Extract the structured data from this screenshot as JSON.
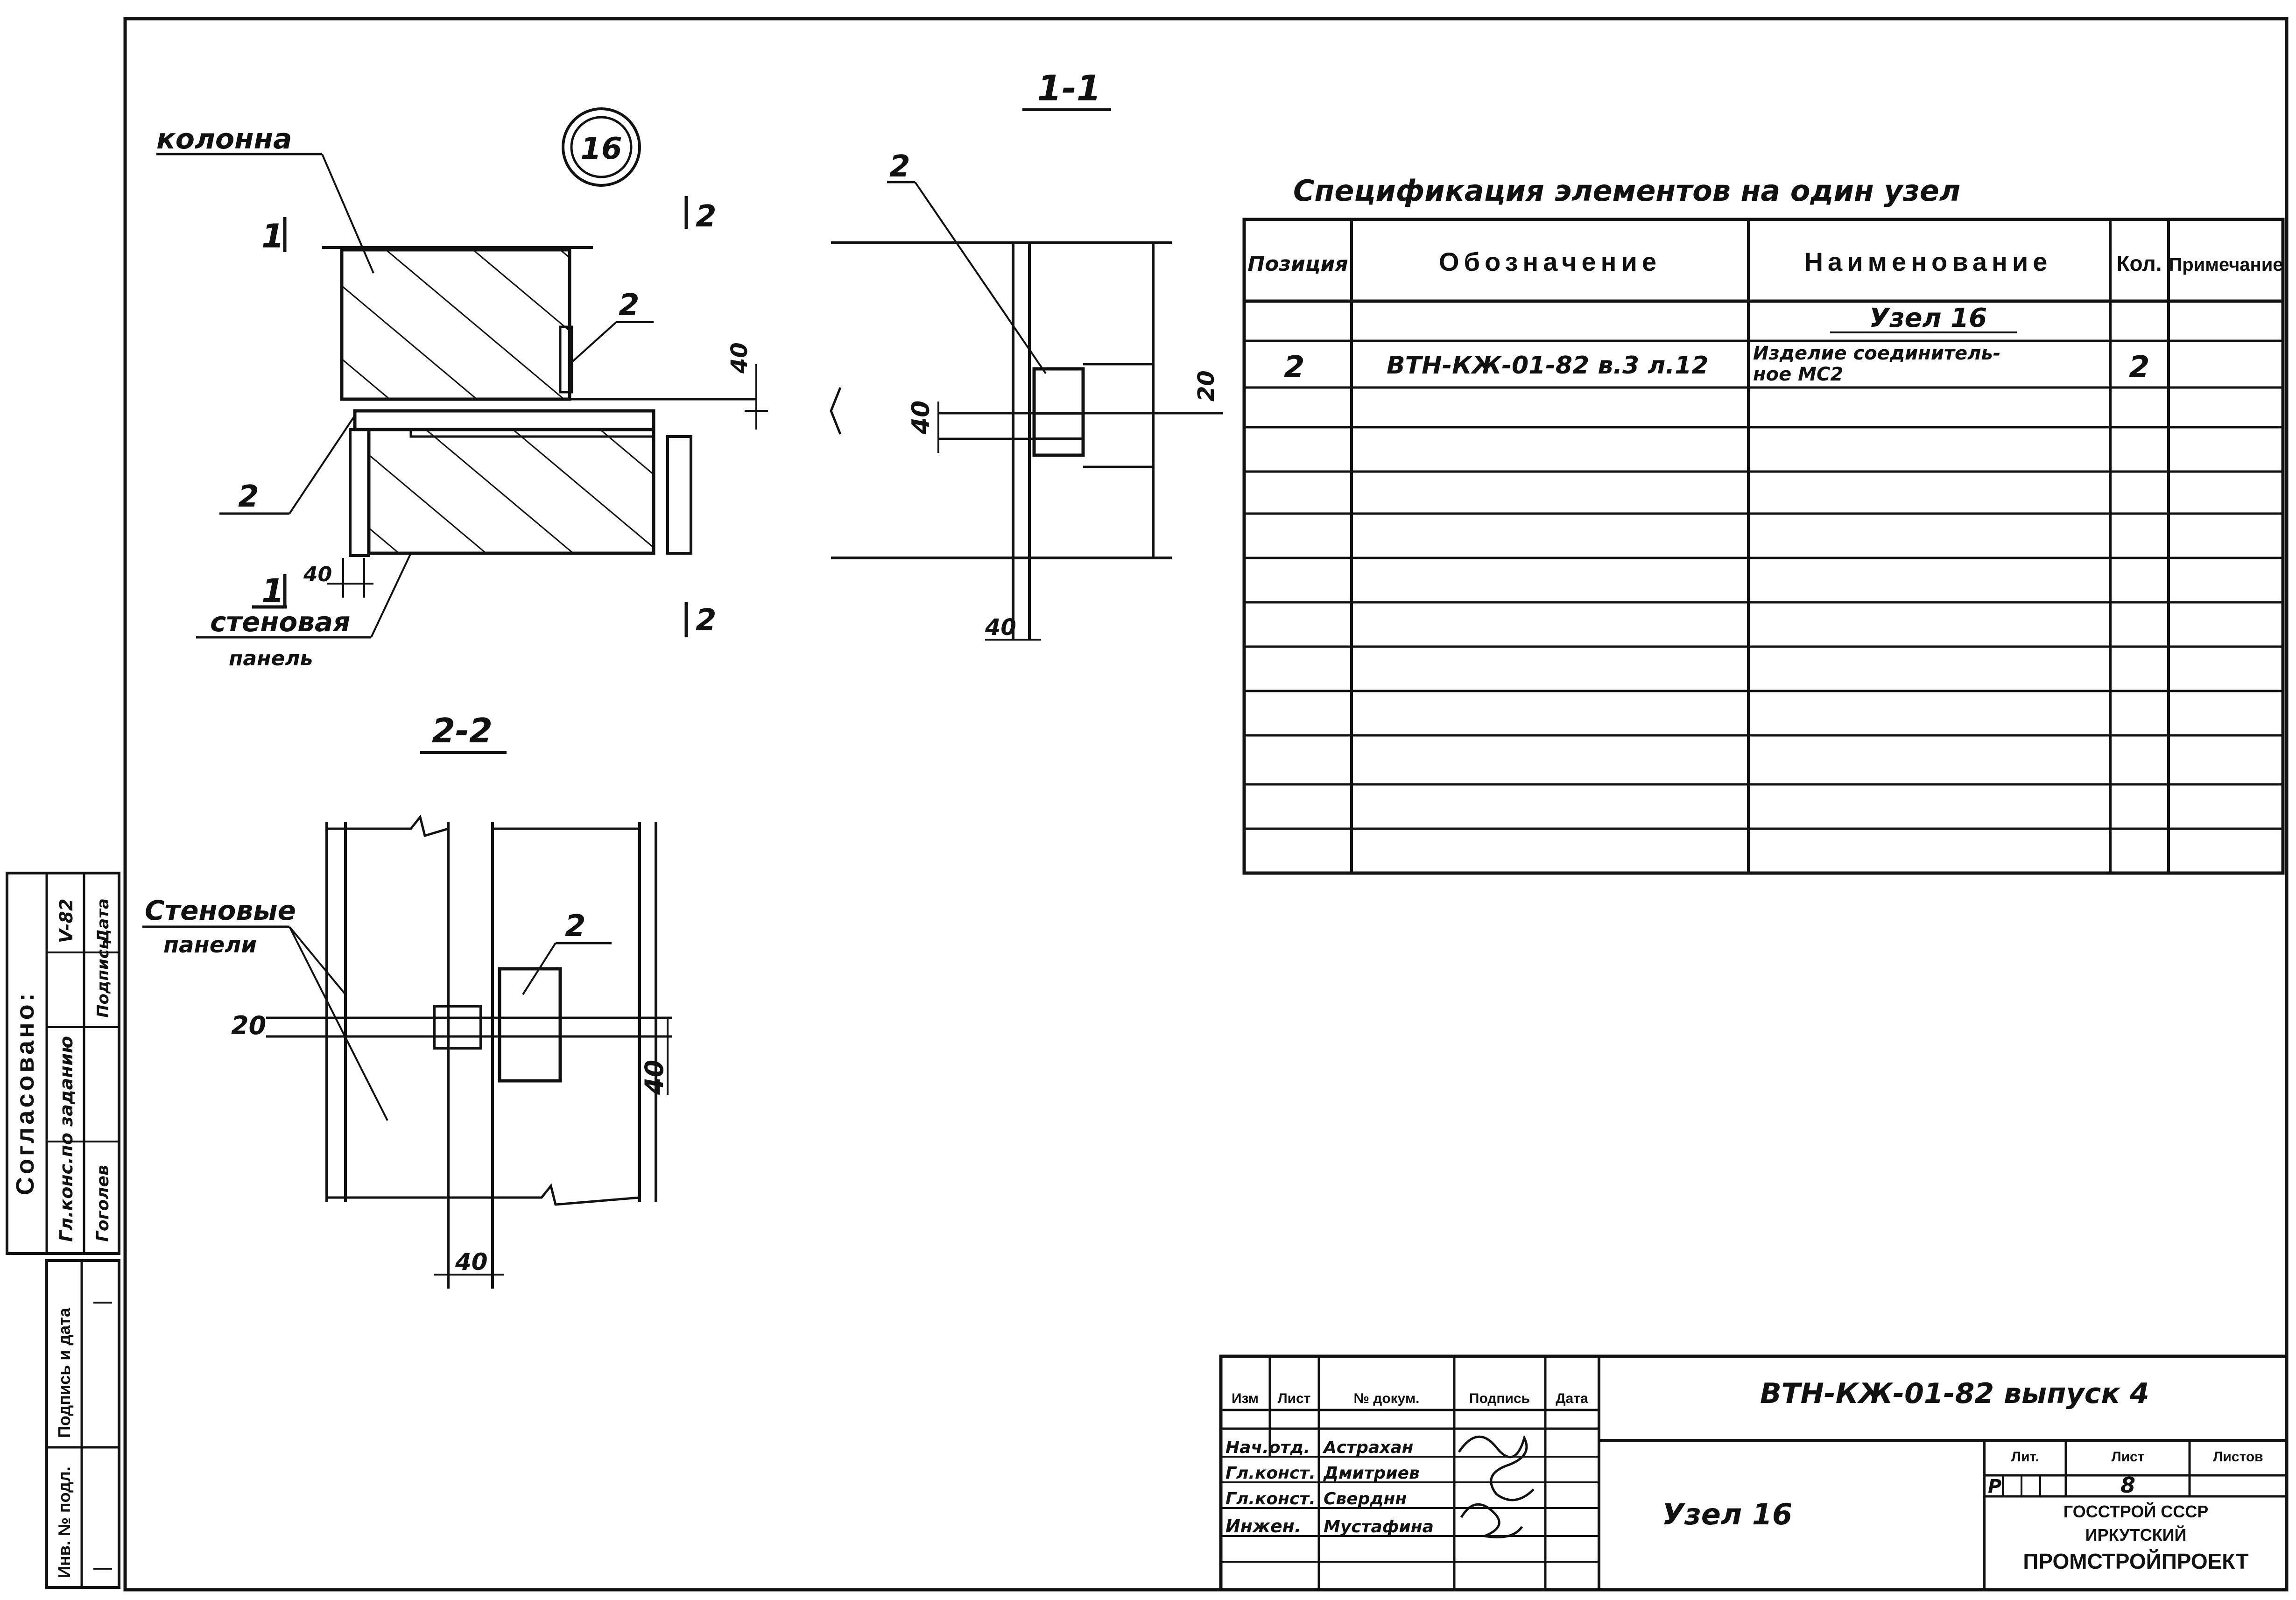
{
  "node_mark": "16",
  "main_view": {
    "column_label": "колонна",
    "wall_panel_label_line1": "стеновая",
    "wall_panel_label_line2": "панель",
    "pos_upper": "2",
    "pos_lower": "2",
    "dim_gap": "40",
    "dim_bottom": "40",
    "cut1_left": "1",
    "cut1_right": "1",
    "cut2_top": "2",
    "cut2_bottom": "2"
  },
  "section_1_1": {
    "title": "1-1",
    "pos": "2",
    "dim_left": "40",
    "dim_right": "20",
    "dim_bottom": "40"
  },
  "section_2_2": {
    "title": "2-2",
    "label_line1": "Стеновые",
    "label_line2": "панели",
    "pos": "2",
    "dim_left": "20",
    "dim_right": "40",
    "dim_bottom": "40"
  },
  "specification": {
    "title": "Спецификация элементов на один узел",
    "headers": [
      "Позиция",
      "Обозначение",
      "Наименование",
      "Кол.",
      "Примечание"
    ],
    "group_title": "Узел 16",
    "rows": [
      {
        "pos": "2",
        "designation": "ВТН-КЖ-01-82 в.3 л.12",
        "name_line1": "Изделие соединитель-",
        "name_line2": "ное МС2",
        "qty": "2",
        "note": ""
      }
    ]
  },
  "approval_stamp": {
    "title": "Согласовано:",
    "col1": "Гл.конс.по заданию",
    "col1b": "Гоголев",
    "col2": "Подпись",
    "col2b": "Дата",
    "year": "V-82"
  },
  "inventory_stamp": {
    "inv_no": "Инв. № подл.",
    "sign_date": "Подпись и дата"
  },
  "title_block": {
    "doc_code": "ВТН-КЖ-01-82 выпуск 4",
    "sheet_name": "Узел 16",
    "cols": [
      "Изм",
      "Лист",
      "№ докум.",
      "Подпись",
      "Дата"
    ],
    "people": [
      {
        "role": "Нач.отд.",
        "name": "Астрахан"
      },
      {
        "role": "Гл.конст.",
        "name": "Дмитриев"
      },
      {
        "role": "Гл.конст.",
        "name": "Сверднн"
      },
      {
        "role": "Инжен.",
        "name": "Мустафина"
      }
    ],
    "stage_label": "Лит.",
    "sheet_label": "Лист",
    "sheets_label": "Листов",
    "stage": "Р",
    "sheet_no": "8",
    "org_line1": "ГОССТРОЙ СССР",
    "org_line2": "ИРКУТСКИЙ",
    "org_line3": "ПРОМСТРОЙПРОЕКТ"
  }
}
